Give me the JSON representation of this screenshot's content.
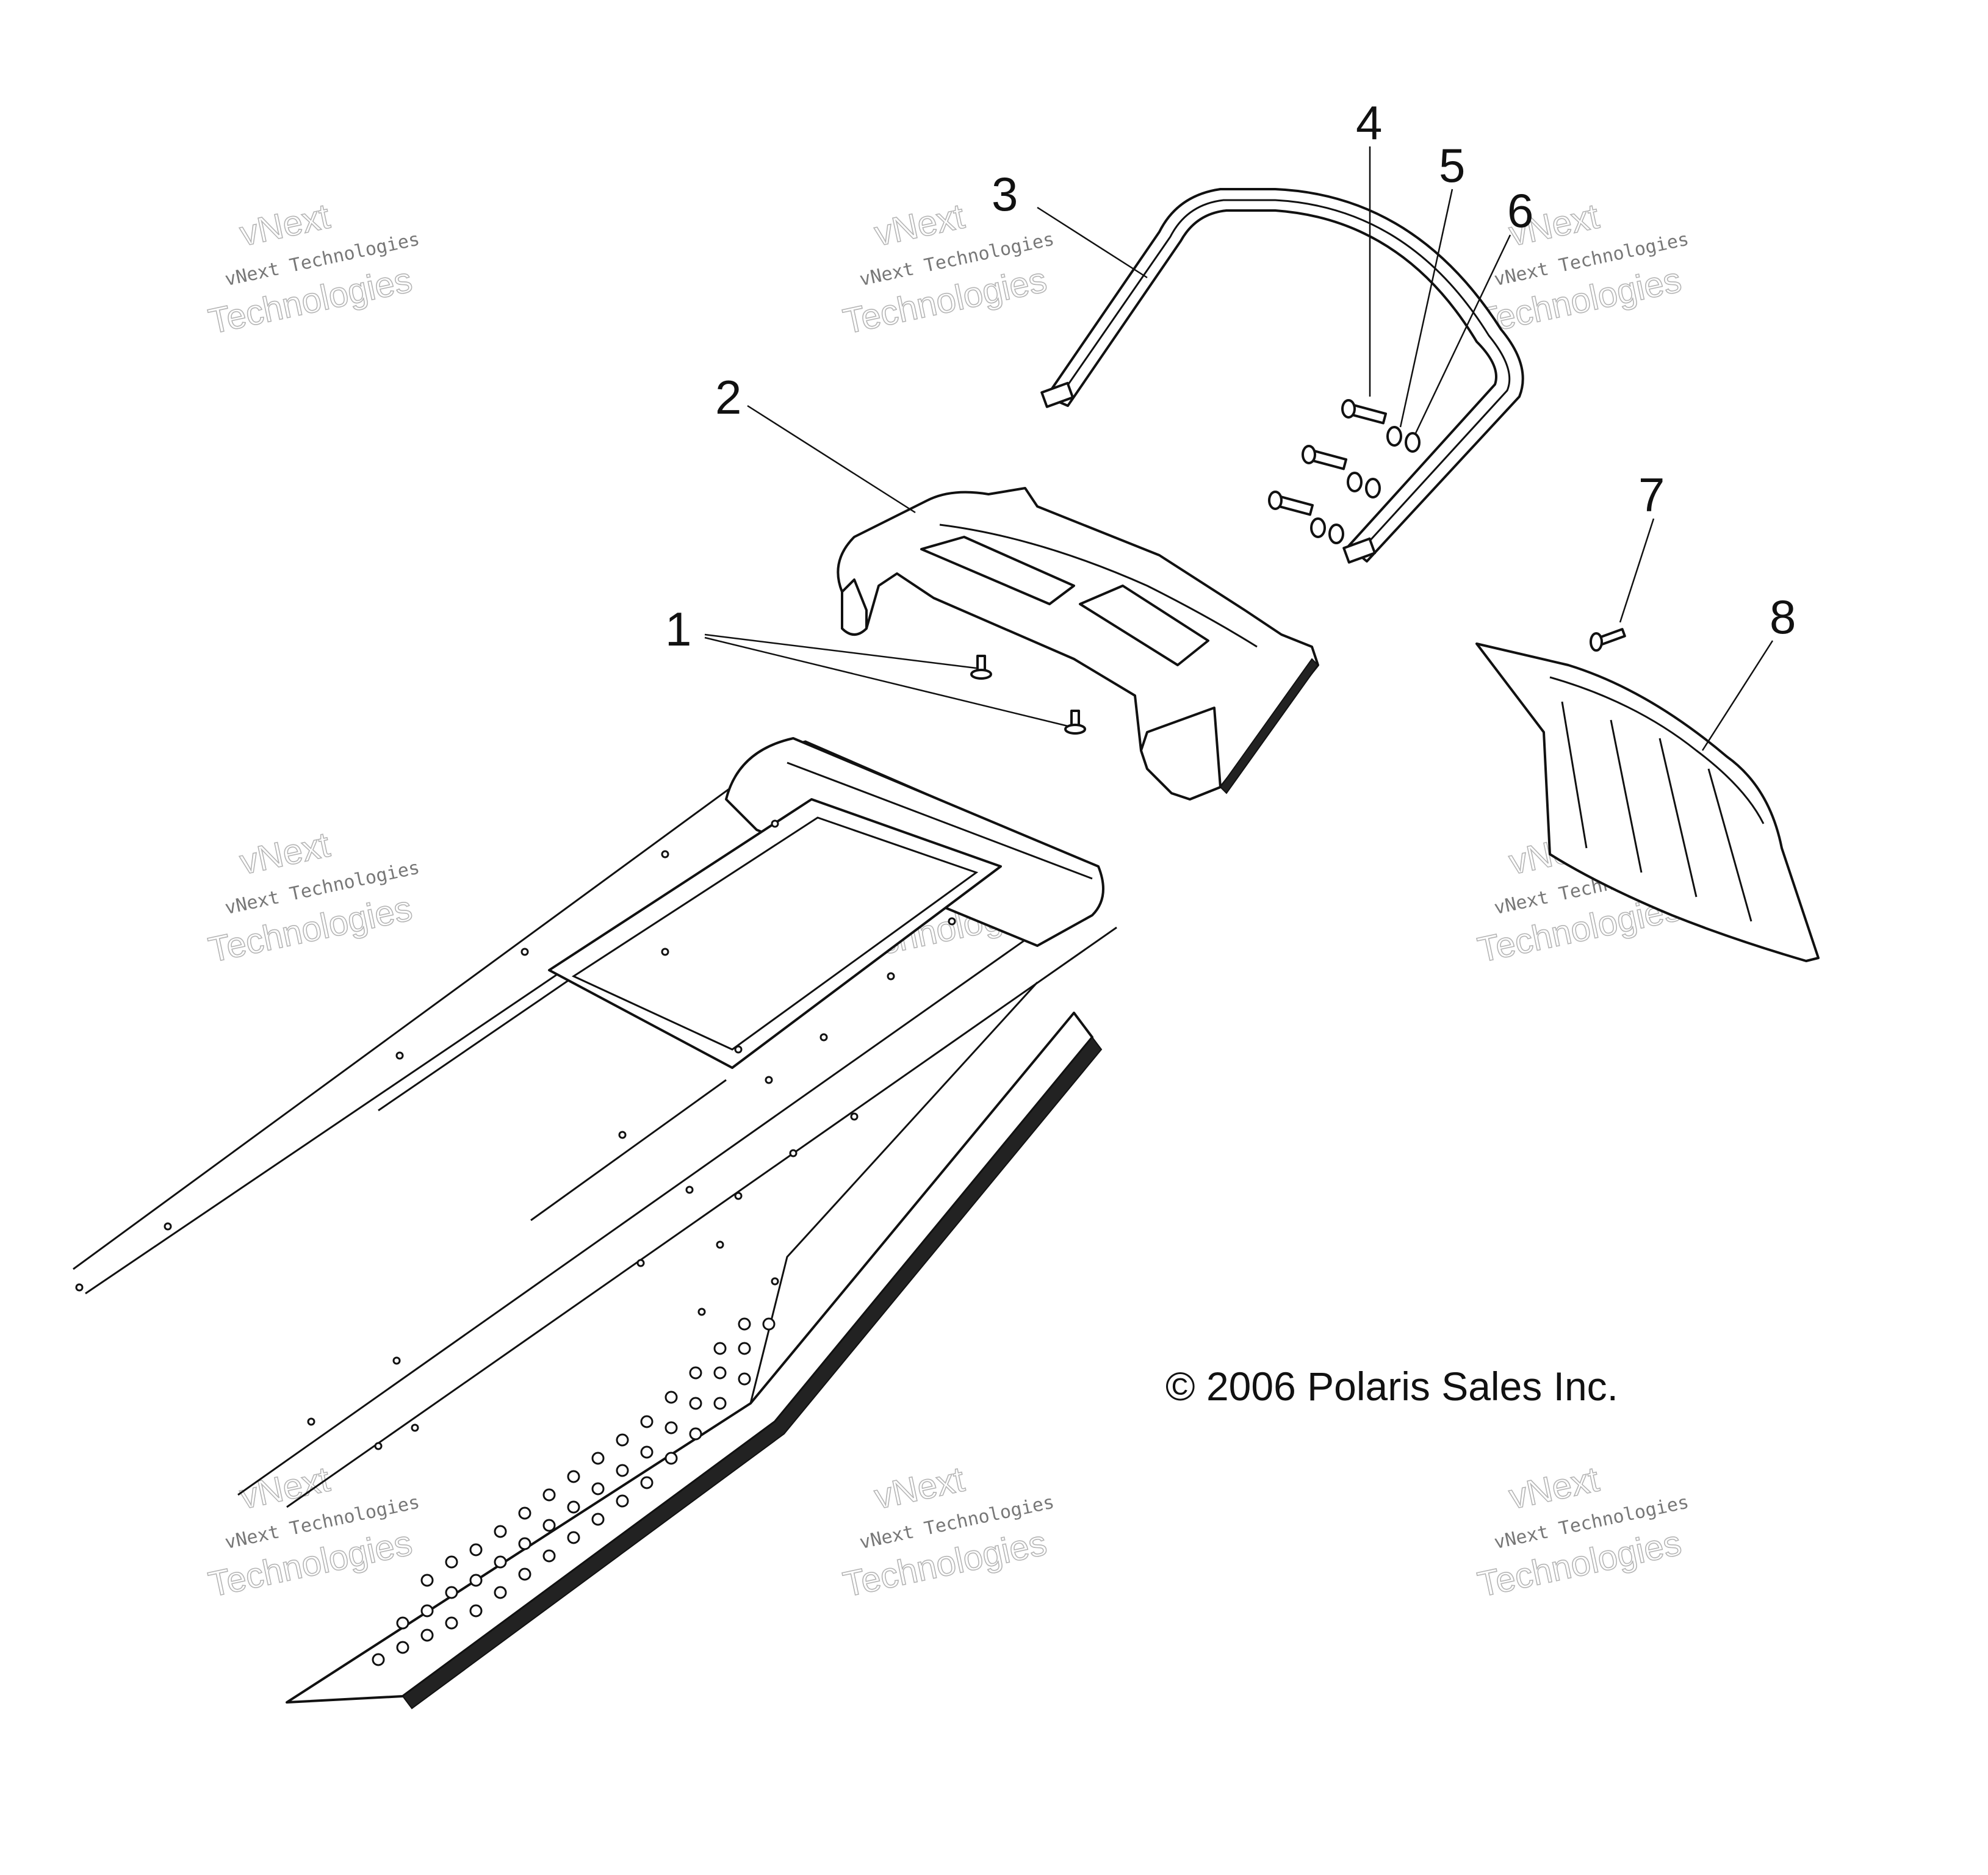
{
  "callouts": [
    {
      "id": "1",
      "label": "1"
    },
    {
      "id": "2",
      "label": "2"
    },
    {
      "id": "3",
      "label": "3"
    },
    {
      "id": "4",
      "label": "4"
    },
    {
      "id": "5",
      "label": "5"
    },
    {
      "id": "6",
      "label": "6"
    },
    {
      "id": "7",
      "label": "7"
    },
    {
      "id": "8",
      "label": "8"
    }
  ],
  "copyright": "© 2006 Polaris Sales Inc.",
  "watermark": {
    "line1": "vNext Technologies",
    "line2": "vNext",
    "line3": "Technologies"
  }
}
